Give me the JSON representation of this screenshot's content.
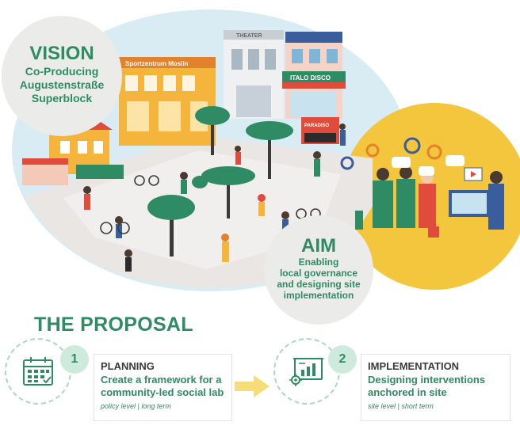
{
  "vision": {
    "title": "VISION",
    "subtitle_lines": [
      "Co-Producing",
      "Augustenstraße",
      "Superblock"
    ]
  },
  "aim": {
    "title": "AIM",
    "subtitle_lines": [
      "Enabling",
      "local governance",
      "and designing site",
      "implementation"
    ]
  },
  "illustration": {
    "signs": [
      "Sportzentrum Moslin",
      "THEATER",
      "ITALO DISCO",
      "PARADISO"
    ]
  },
  "proposal": {
    "heading": "THE PROPOSAL",
    "steps": [
      {
        "number": "1",
        "icon": "calendar-icon",
        "title": "PLANNING",
        "text_lines": [
          "Create a framework for a",
          "community-led social lab"
        ],
        "note": "policy level | long term"
      },
      {
        "number": "2",
        "icon": "presentation-chart-icon",
        "title": "IMPLEMENTATION",
        "text_lines": [
          "Designing interventions",
          "anchored in site"
        ],
        "note": "site level | short term"
      }
    ]
  },
  "colors": {
    "primary_green": "#2e8b63",
    "bubble_grey": "#ebebe9",
    "accent_yellow": "#f3c63e",
    "arrow_yellow": "#f7dd7a",
    "light_green": "#cdeadd"
  }
}
